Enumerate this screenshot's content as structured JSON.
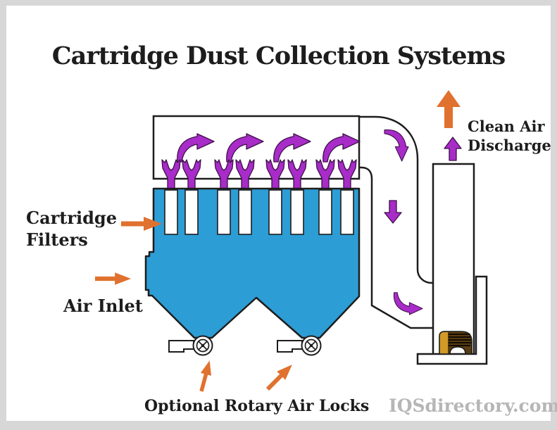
{
  "title": "Cartridge Dust Collection Systems",
  "watermark": "IQSdirectory.com",
  "labels": {
    "cartridge_filters": {
      "line1": "Cartridge",
      "line2": "Filters"
    },
    "air_inlet": "Air Inlet",
    "clean_air": {
      "line1": "Clean Air",
      "line2": "Discharge"
    },
    "rotary_air_locks": "Optional Rotary Air Locks"
  },
  "diagram": {
    "filter_slot_count": 8,
    "venturi_count": 8,
    "pulse_arrow_count": 4,
    "rotary_airlock_count": 2
  },
  "colors": {
    "blue": "#2D9DD5",
    "purple": "#A82CC8",
    "orange": "#E0712E",
    "outline": "#1d1d1d",
    "text": "#1d1d1d",
    "motor_brown": "#5A3C10",
    "motor_gold": "#D39A26",
    "watermark_gray": "#b6b6b6",
    "frame_gray": "#d7d7d7",
    "panel_white": "#ffffff"
  }
}
